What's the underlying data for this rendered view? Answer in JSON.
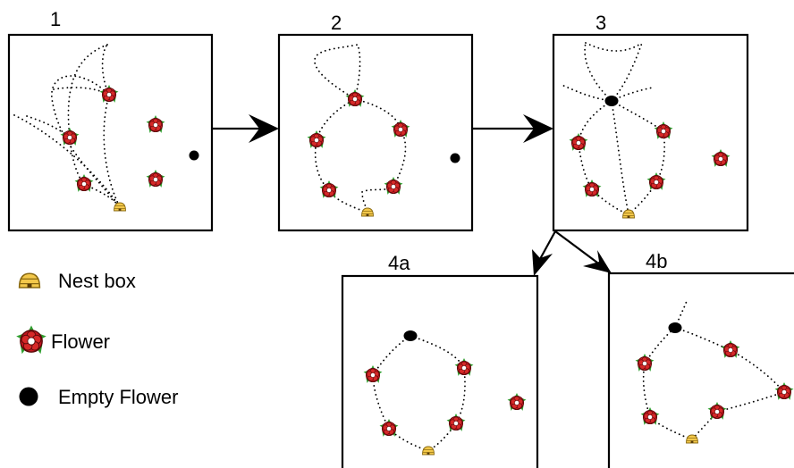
{
  "panels": [
    {
      "id": "p1",
      "label": "1"
    },
    {
      "id": "p2",
      "label": "2"
    },
    {
      "id": "p3",
      "label": "3"
    },
    {
      "id": "p4a",
      "label": "4a"
    },
    {
      "id": "p4b",
      "label": "4b"
    }
  ],
  "legend": {
    "nest_box": "Nest box",
    "flower": "Flower",
    "empty_flower": "Empty Flower"
  },
  "icons": [
    "nest-box-icon",
    "flower-icon",
    "empty-flower-icon",
    "arrow-icon"
  ],
  "colors": {
    "petal_red": "#c8141e",
    "petal_outline": "#5a0a0a",
    "leaf_green": "#2f9e2f",
    "flower_center": "#ffffff",
    "nest_fill": "#f3c84a",
    "nest_outline": "#8a6a12",
    "empty_flower": "#000000",
    "path_dots": "#000000"
  }
}
